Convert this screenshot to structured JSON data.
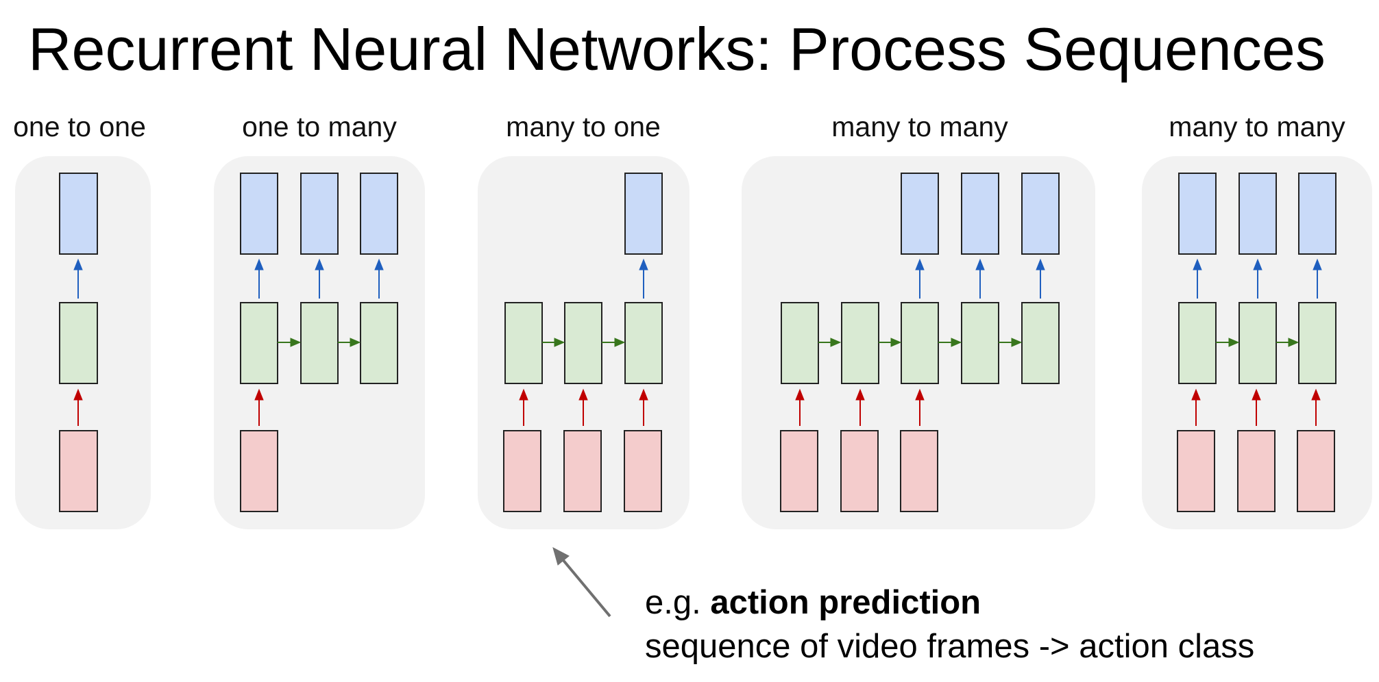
{
  "slide": {
    "title": "Recurrent Neural Networks: Process Sequences"
  },
  "panels": [
    {
      "id": "one-to-one",
      "label": "one to one"
    },
    {
      "id": "one-to-many",
      "label": "one to many"
    },
    {
      "id": "many-to-one",
      "label": "many to one"
    },
    {
      "id": "many-to-many-1",
      "label": "many to many"
    },
    {
      "id": "many-to-many-2",
      "label": "many to many"
    }
  ],
  "annotation": {
    "prefix": "e.g. ",
    "bold": "action prediction",
    "line2": "sequence of video frames -> action class"
  },
  "colors": {
    "input_fill": "#f4cccc",
    "hidden_fill": "#d9ead3",
    "output_fill": "#c9daf8",
    "input_arrow": "#c00000",
    "output_arrow": "#1f5fbf",
    "hidden_arrow": "#38761d",
    "panel_bg": "#f2f2f2",
    "pointer_arrow": "#707070"
  }
}
